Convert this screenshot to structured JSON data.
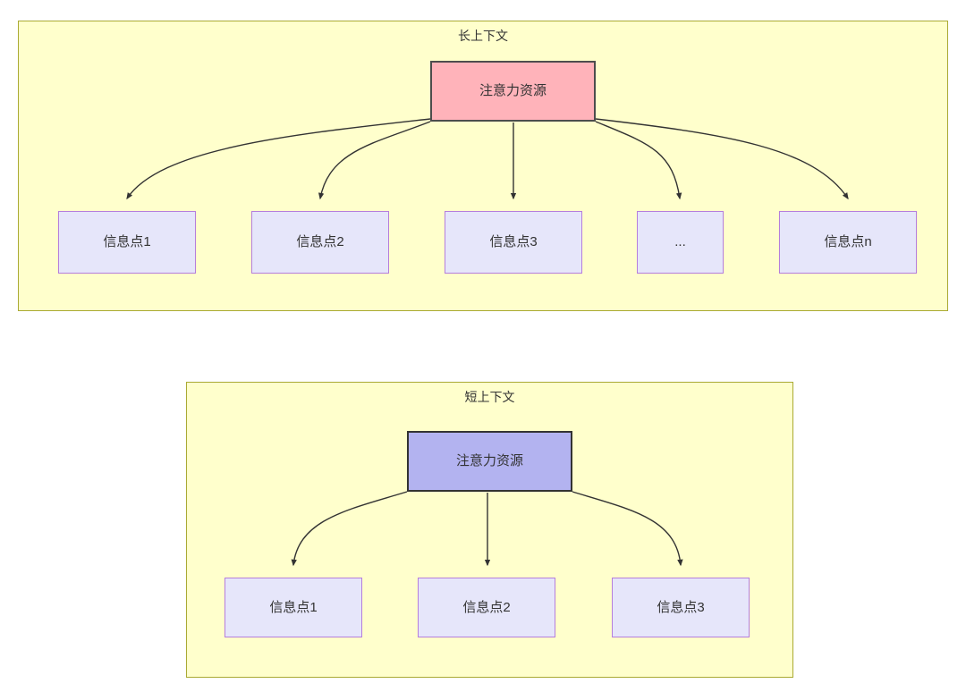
{
  "diagram": {
    "type": "tree-diagram",
    "description": "Comparison of attention resource distribution in long context versus short context",
    "background_color": "#FFFFFF",
    "groups": [
      {
        "id": "long-context",
        "title": "长上下文",
        "fill_color": "#FFFFCC",
        "border_color": "#AAAA33",
        "root": {
          "label": "注意力资源",
          "fill_color": "#FFB3BA",
          "border_color": "#4D4D4D"
        },
        "children": [
          {
            "label": "信息点1"
          },
          {
            "label": "信息点2"
          },
          {
            "label": "信息点3"
          },
          {
            "label": "..."
          },
          {
            "label": "信息点n"
          }
        ],
        "child_fill_color": "#E6E6FA",
        "child_border_color": "#B57EDC"
      },
      {
        "id": "short-context",
        "title": "短上下文",
        "fill_color": "#FFFFCC",
        "border_color": "#AAAA33",
        "root": {
          "label": "注意力资源",
          "fill_color": "#B3B3F0",
          "border_color": "#333333"
        },
        "children": [
          {
            "label": "信息点1"
          },
          {
            "label": "信息点2"
          },
          {
            "label": "信息点3"
          }
        ],
        "child_fill_color": "#E6E6FA",
        "child_border_color": "#B57EDC"
      }
    ],
    "edge_color": "#333333"
  }
}
